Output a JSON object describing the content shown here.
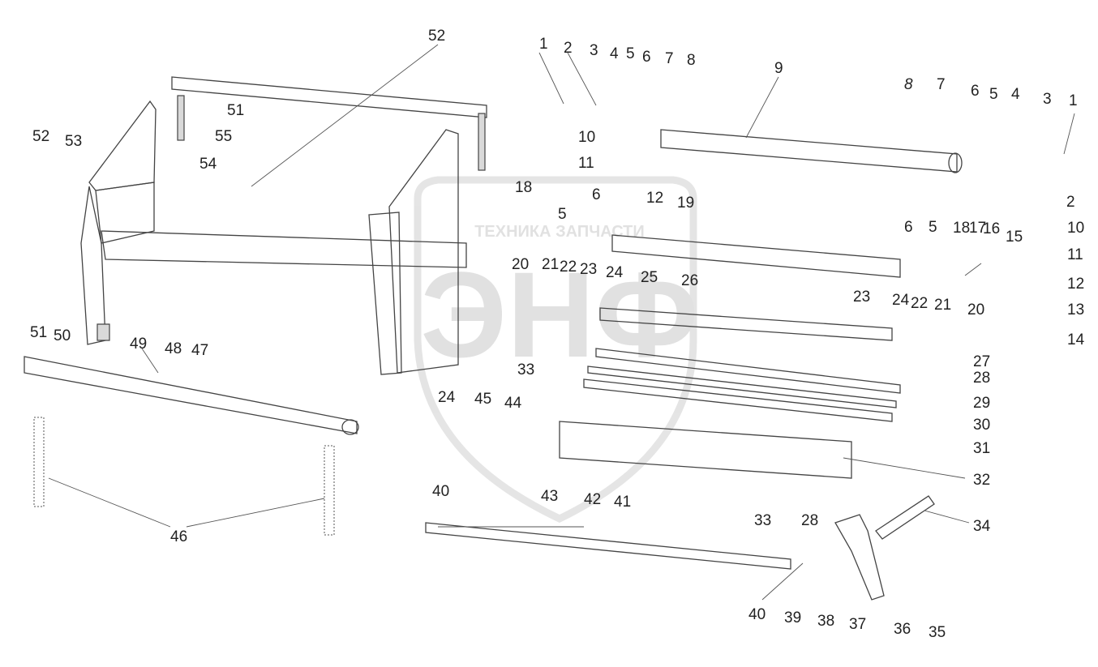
{
  "watermark": {
    "text": "ТЕХНИКА ЗАПЧАСТИ",
    "logo": "ЭНФ"
  },
  "callouts": [
    "1",
    "2",
    "3",
    "4",
    "5",
    "6",
    "7",
    "8",
    "9",
    "10",
    "11",
    "12",
    "13",
    "14",
    "15",
    "16",
    "17",
    "18",
    "19",
    "20",
    "21",
    "22",
    "23",
    "24",
    "25",
    "26",
    "27",
    "28",
    "29",
    "30",
    "31",
    "32",
    "33",
    "34",
    "35",
    "36",
    "37",
    "38",
    "39",
    "40",
    "41",
    "42",
    "43",
    "44",
    "45",
    "46",
    "47",
    "48",
    "49",
    "50",
    "51",
    "52",
    "53",
    "54",
    "55"
  ],
  "callouts_italic": [
    "8"
  ]
}
